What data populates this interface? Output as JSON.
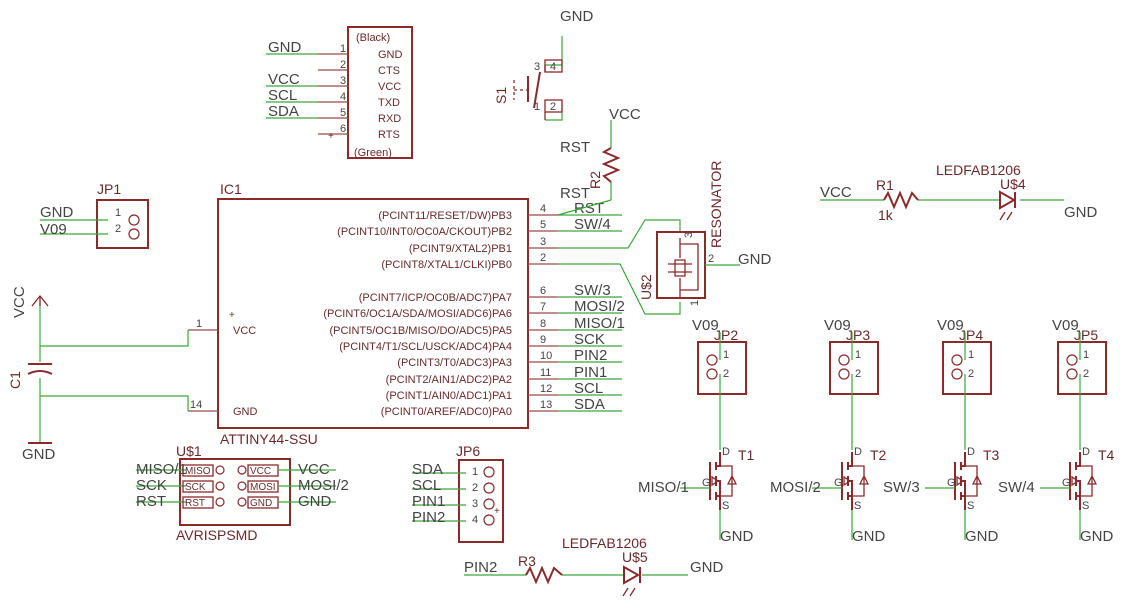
{
  "ic1": {
    "ref": "IC1",
    "part": "ATTINY44-SSU",
    "left_pins": [
      {
        "num": "1",
        "label": "VCC"
      },
      {
        "num": "14",
        "label": "GND"
      }
    ],
    "right_pins": [
      {
        "num": "4",
        "label": "(PCINT11/RESET/DW)PB3",
        "net": "RST"
      },
      {
        "num": "5",
        "label": "(PCINT10/INT0/OC0A/CKOUT)PB2",
        "net": "SW/4"
      },
      {
        "num": "3",
        "label": "(PCINT9/XTAL2)PB1",
        "net": ""
      },
      {
        "num": "2",
        "label": "(PCINT8/XTAL1/CLKI)PB0",
        "net": ""
      },
      {
        "num": "6",
        "label": "(PCINT7/ICP/OC0B/ADC7)PA7",
        "net": "SW/3"
      },
      {
        "num": "7",
        "label": "(PCINT6/OC1A/SDA/MOSI/ADC6)PA6",
        "net": "MOSI/2"
      },
      {
        "num": "8",
        "label": "(PCINT5/OC1B/MISO/DO/ADC5)PA5",
        "net": "MISO/1"
      },
      {
        "num": "9",
        "label": "(PCINT4/T1/SCL/USCK/ADC4)PA4",
        "net": "SCK"
      },
      {
        "num": "10",
        "label": "(PCINT3/T0/ADC3)PA3",
        "net": "PIN2"
      },
      {
        "num": "11",
        "label": "(PCINT2/AIN1/ADC2)PA2",
        "net": "PIN1"
      },
      {
        "num": "12",
        "label": "(PCINT1/AIN0/ADC1)PA1",
        "net": "SCL"
      },
      {
        "num": "13",
        "label": "(PCINT0/AREF/ADC0)PA0",
        "net": "SDA"
      }
    ]
  },
  "ftdi": {
    "top": "(Black)",
    "bottom": "(Green)",
    "pins": [
      {
        "num": "1",
        "label": "GND",
        "net": "GND"
      },
      {
        "num": "2",
        "label": "CTS",
        "net": ""
      },
      {
        "num": "3",
        "label": "VCC",
        "net": "VCC"
      },
      {
        "num": "4",
        "label": "TXD",
        "net": "SCL"
      },
      {
        "num": "5",
        "label": "RXD",
        "net": "SDA"
      },
      {
        "num": "6",
        "label": "RTS",
        "net": ""
      }
    ]
  },
  "s1": {
    "ref": "S1",
    "pins": [
      "3",
      "4",
      "1",
      "2"
    ],
    "net_top": "GND",
    "net_bottom": "RST"
  },
  "r2": {
    "ref": "R2",
    "net_top": "VCC",
    "net_bottom": "RST"
  },
  "resonator": {
    "ref": "U$2",
    "label": "RESONATOR",
    "pins": [
      "3",
      "2",
      "1"
    ],
    "net": "GND"
  },
  "r1": {
    "ref": "R1",
    "value": "1k",
    "net": "VCC"
  },
  "led1": {
    "ref": "U$4",
    "part": "LEDFAB1206",
    "net": "GND"
  },
  "jp1": {
    "ref": "JP1",
    "pins": [
      "1",
      "2"
    ],
    "nets": [
      "GND",
      "V09"
    ]
  },
  "c1": {
    "ref": "C1",
    "net_top": "VCC",
    "net_bottom": "GND"
  },
  "jumpers": [
    {
      "ref": "JP2",
      "net": "V09",
      "pins": [
        "1",
        "2"
      ]
    },
    {
      "ref": "JP3",
      "net": "V09",
      "pins": [
        "1",
        "2"
      ]
    },
    {
      "ref": "JP4",
      "net": "V09",
      "pins": [
        "1",
        "2"
      ]
    },
    {
      "ref": "JP5",
      "net": "V09",
      "pins": [
        "1",
        "2"
      ]
    }
  ],
  "transistors": [
    {
      "ref": "T1",
      "gate_net": "MISO/1",
      "pins": [
        "D",
        "G",
        "S"
      ],
      "gnd": "GND"
    },
    {
      "ref": "T2",
      "gate_net": "MOSI/2",
      "pins": [
        "D",
        "G",
        "S"
      ],
      "gnd": "GND"
    },
    {
      "ref": "T3",
      "gate_net": "SW/3",
      "pins": [
        "D",
        "G",
        "S"
      ],
      "gnd": "GND"
    },
    {
      "ref": "T4",
      "gate_net": "SW/4",
      "pins": [
        "D",
        "G",
        "S"
      ],
      "gnd": "GND"
    }
  ],
  "isp": {
    "ref": "U$1",
    "part": "AVRISPSMD",
    "left": [
      {
        "label": "MISO",
        "net": "MISO/1"
      },
      {
        "label": "SCK",
        "net": "SCK"
      },
      {
        "label": "RST",
        "net": "RST"
      }
    ],
    "right": [
      {
        "label": "VCC",
        "net": "VCC"
      },
      {
        "label": "MOSI",
        "net": "MOSI/2"
      },
      {
        "label": "GND",
        "net": "GND"
      }
    ]
  },
  "jp6": {
    "ref": "JP6",
    "pins": [
      {
        "num": "1",
        "net": "SDA"
      },
      {
        "num": "2",
        "net": "SCL"
      },
      {
        "num": "3",
        "net": "PIN1"
      },
      {
        "num": "4",
        "net": "PIN2"
      }
    ]
  },
  "r3": {
    "ref": "R3",
    "net": "PIN2"
  },
  "led2": {
    "ref": "U$5",
    "part": "LEDFAB1206",
    "net": "GND"
  }
}
